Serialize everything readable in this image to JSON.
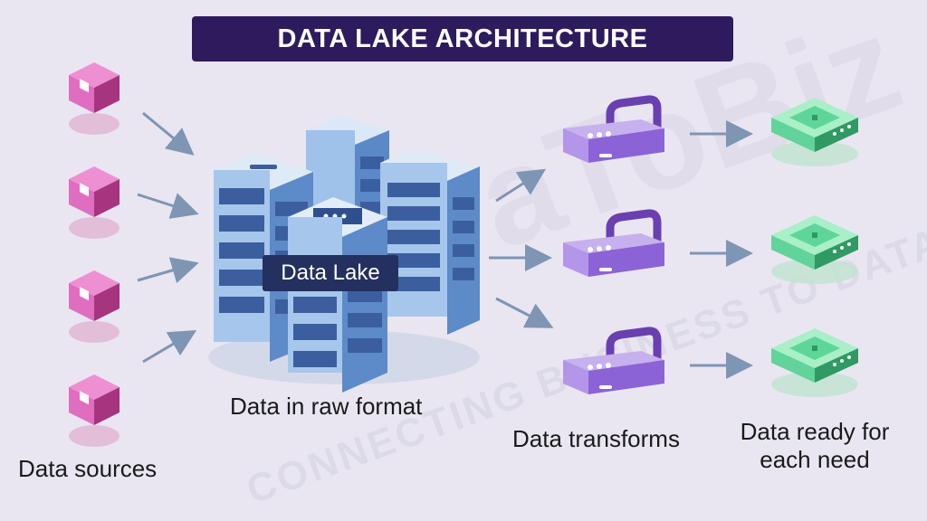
{
  "title": "DATA LAKE ARCHITECTURE",
  "watermark": {
    "brand": "aToBiz",
    "tagline": "CONNECTING BUSINESS TO DATA"
  },
  "data_lake_label": "Data Lake",
  "captions": {
    "sources": "Data sources",
    "raw": "Data in raw format",
    "transforms": "Data transforms",
    "ready_line1": "Data ready for",
    "ready_line2": "each need"
  },
  "colors": {
    "background": "#e9e6f1",
    "title_bg": "#2e1b5e",
    "source_cube": "#d24fae",
    "server": "#6fa2dc",
    "lock": "#9c74dc",
    "ready": "#5fd69a",
    "arrow": "#7e95b4"
  },
  "icons": [
    "cube-icon",
    "server-rack-icon",
    "lock-icon",
    "data-block-icon",
    "arrow-icon"
  ]
}
